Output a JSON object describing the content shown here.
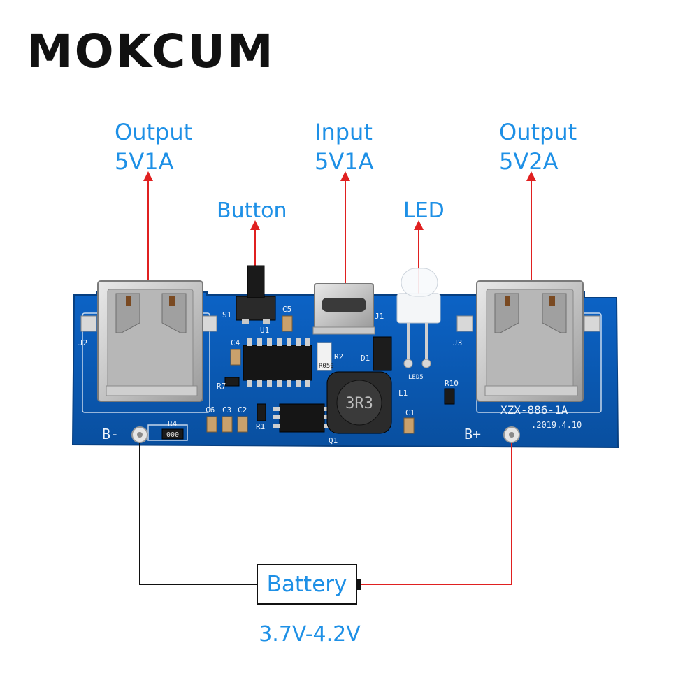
{
  "brand": {
    "name": "MOKCUM"
  },
  "colors": {
    "label_blue": "#1e90e6",
    "arrow_red": "#e02020",
    "board_blue": "#0a58b8",
    "wire_black": "#111111"
  },
  "labels": {
    "output_left": {
      "line1": "Output",
      "line2": "5V1A"
    },
    "input": {
      "line1": "Input",
      "line2": "5V1A"
    },
    "output_right": {
      "line1": "Output",
      "line2": "5V2A"
    },
    "button": "Button",
    "led": "LED",
    "battery": "Battery",
    "battery_voltage": "3.7V-4.2V"
  },
  "board": {
    "model": "XZX-886-1A",
    "date": ".2019.4.10",
    "b_minus": "B-",
    "b_plus": "B+",
    "silk": {
      "j2": "J2",
      "j3": "J3",
      "j1": "J1",
      "s1": "S1",
      "u1": "U1",
      "c5": "C5",
      "c4": "C4",
      "r2": "R2",
      "d1": "D1",
      "r7": "R7",
      "c6": "C6",
      "c3": "C3",
      "c2": "C2",
      "r1": "R1",
      "r4": "R4",
      "q1": "Q1",
      "l1": "L1",
      "c1": "C1",
      "r10": "R10",
      "led5": "LED5",
      "inductor": "3R3",
      "resistor_r4": "000",
      "resistor_r2": "R050"
    }
  }
}
